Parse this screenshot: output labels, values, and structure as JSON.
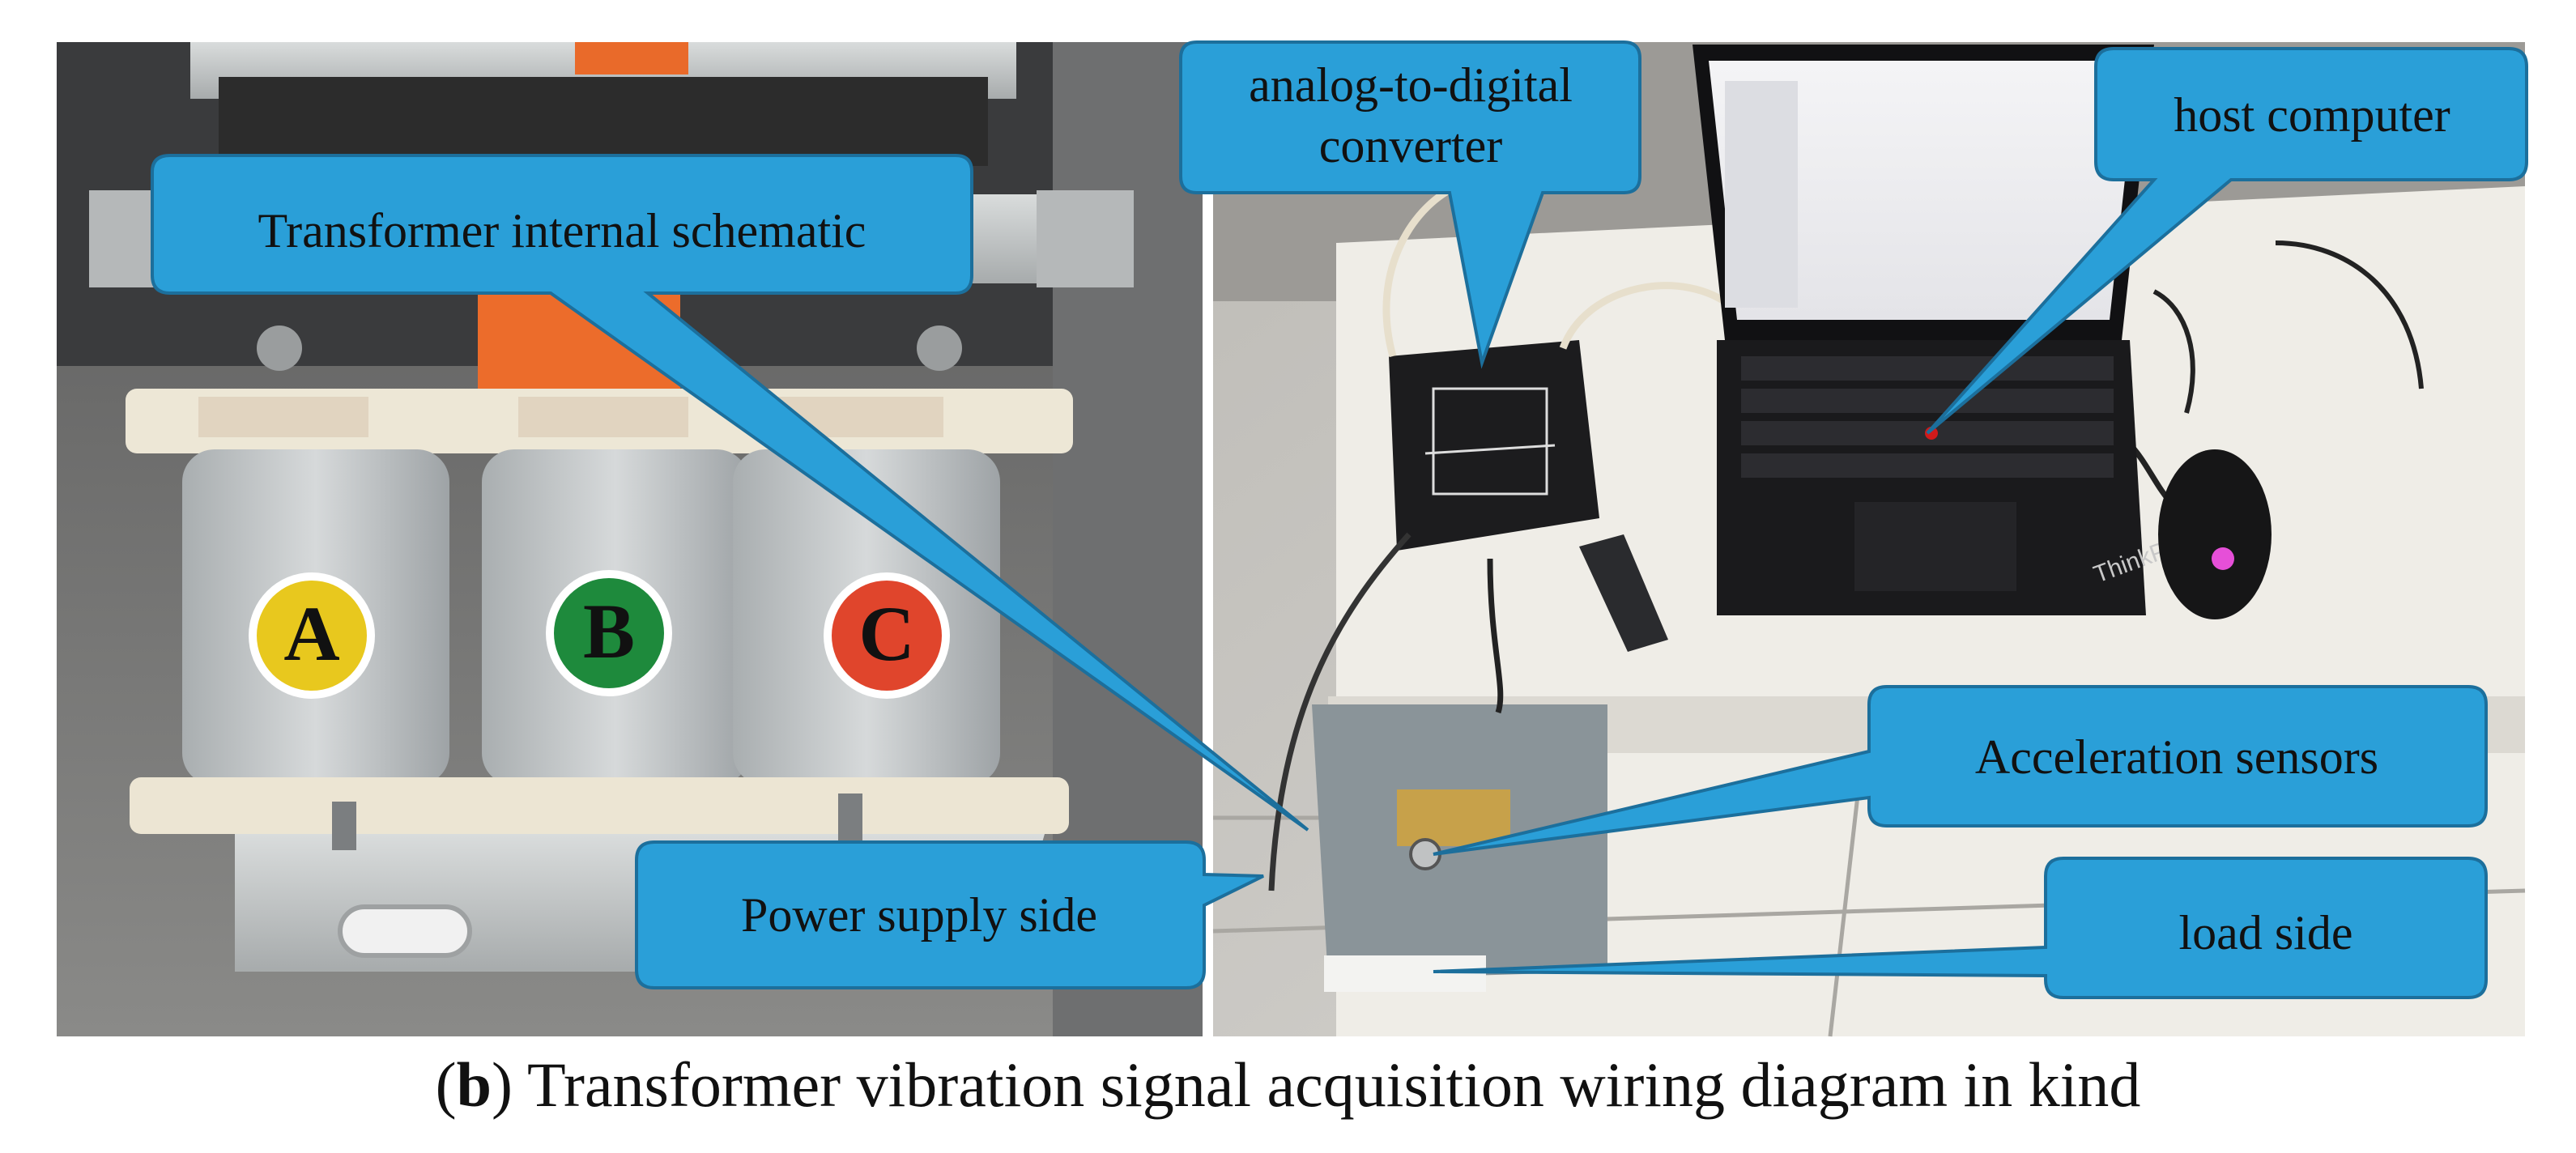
{
  "photo_left": {
    "coil_labels": [
      "A",
      "B",
      "C"
    ],
    "coil_colors": [
      "#e8c81e",
      "#1e8a3c",
      "#e0452c"
    ]
  },
  "photo_right": {
    "laptop_brand": "ThinkPad"
  },
  "callouts": {
    "transformer": "Transformer internal schematic",
    "adc_line1": "analog-to-digital",
    "adc_line2": "converter",
    "host": "host computer",
    "accel": "Acceleration sensors",
    "power": "Power supply side",
    "load": "load side"
  },
  "caption": {
    "letter": "b",
    "open": "(",
    "close": ")",
    "text": " Transformer vibration signal acquisition wiring diagram in kind"
  },
  "colors": {
    "callout_fill": "#2a9fd8",
    "callout_stroke": "#1c6f9c",
    "coil_body": "#c8cccd"
  }
}
